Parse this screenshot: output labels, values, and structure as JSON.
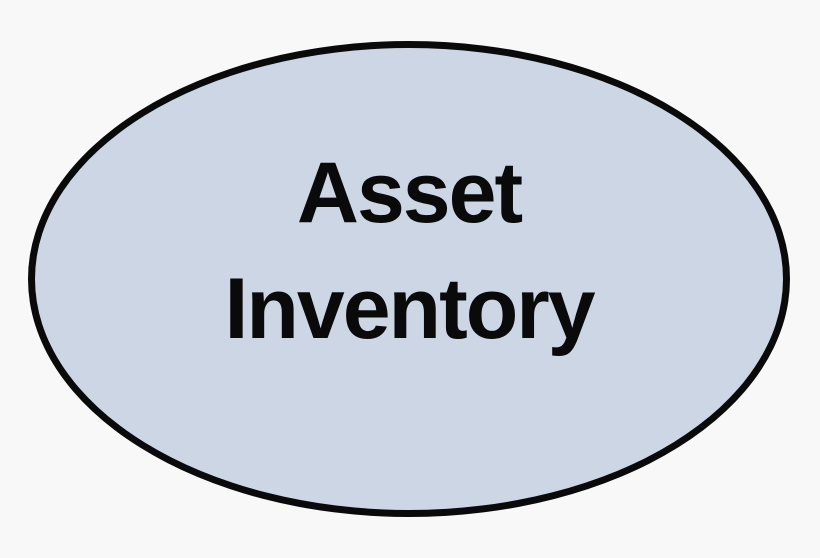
{
  "diagram": {
    "background_color": "#f8f8f8",
    "node": {
      "shape": "ellipse",
      "label_line1": "Asset",
      "label_line2": "Inventory",
      "fill_color": "#ccd6e5",
      "border_color": "#0a0a0a",
      "text_color": "#0a0a0a"
    }
  }
}
